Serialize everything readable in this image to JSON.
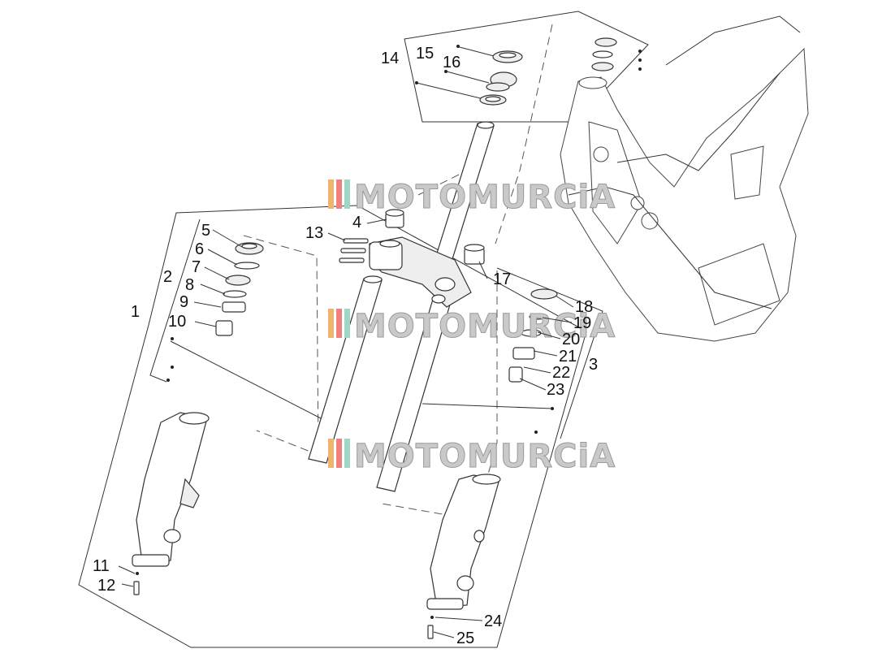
{
  "labels": {
    "l1": "1",
    "l2": "2",
    "l3": "3",
    "l4": "4",
    "l5": "5",
    "l6": "6",
    "l7": "7",
    "l8": "8",
    "l9": "9",
    "l10": "10",
    "l11": "11",
    "l12": "12",
    "l13": "13",
    "l14": "14",
    "l15": "15",
    "l16": "16",
    "l17": "17",
    "l18": "18",
    "l19": "19",
    "l20": "20",
    "l21": "21",
    "l22": "22",
    "l23": "23",
    "l24": "24",
    "l25": "25"
  },
  "watermark": {
    "text": "MOTOMURCiA",
    "colors": [
      "#f2b36b",
      "#f08080",
      "#9fd7c7"
    ]
  }
}
